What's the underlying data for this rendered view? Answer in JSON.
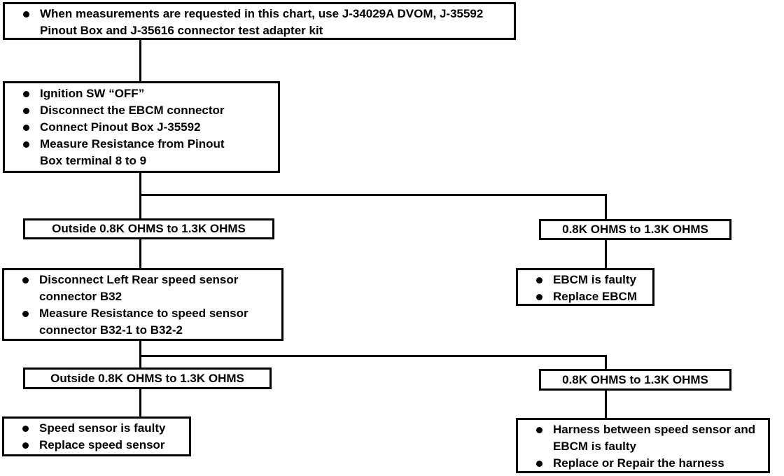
{
  "page": {
    "background": "#ffffff",
    "line_color": "#000000",
    "box_border_color": "#000000",
    "text_color": "#000000"
  },
  "flowchart": {
    "instructions": {
      "items": [
        "When measurements are requested in this chart, use J-34029A DVOM, J-35592 Pinout Box and J-35616 connector test adapter kit"
      ]
    },
    "step1": {
      "items": [
        "Ignition SW “OFF”",
        "Disconnect the EBCM connector",
        "Connect Pinout Box J-35592",
        "Measure Resistance from Pinout Box terminal 8 to 9"
      ]
    },
    "branch1": {
      "out_of_range_label": "Outside 0.8K OHMS to 1.3K OHMS",
      "in_range_label": "0.8K OHMS to 1.3K OHMS"
    },
    "step2": {
      "items": [
        "Disconnect Left Rear speed sensor connector B32",
        "Measure Resistance to speed sensor connector B32-1 to B32-2"
      ]
    },
    "ebcm_faulty": {
      "items": [
        "EBCM is faulty",
        "Replace EBCM"
      ]
    },
    "branch2": {
      "out_of_range_label": "Outside 0.8K OHMS to 1.3K OHMS",
      "in_range_label": "0.8K OHMS to 1.3K OHMS"
    },
    "sensor_faulty": {
      "items": [
        "Speed sensor is faulty",
        "Replace speed sensor"
      ]
    },
    "harness_faulty": {
      "items": [
        "Harness between speed sensor and EBCM is faulty",
        "Replace or Repair the harness"
      ]
    }
  }
}
